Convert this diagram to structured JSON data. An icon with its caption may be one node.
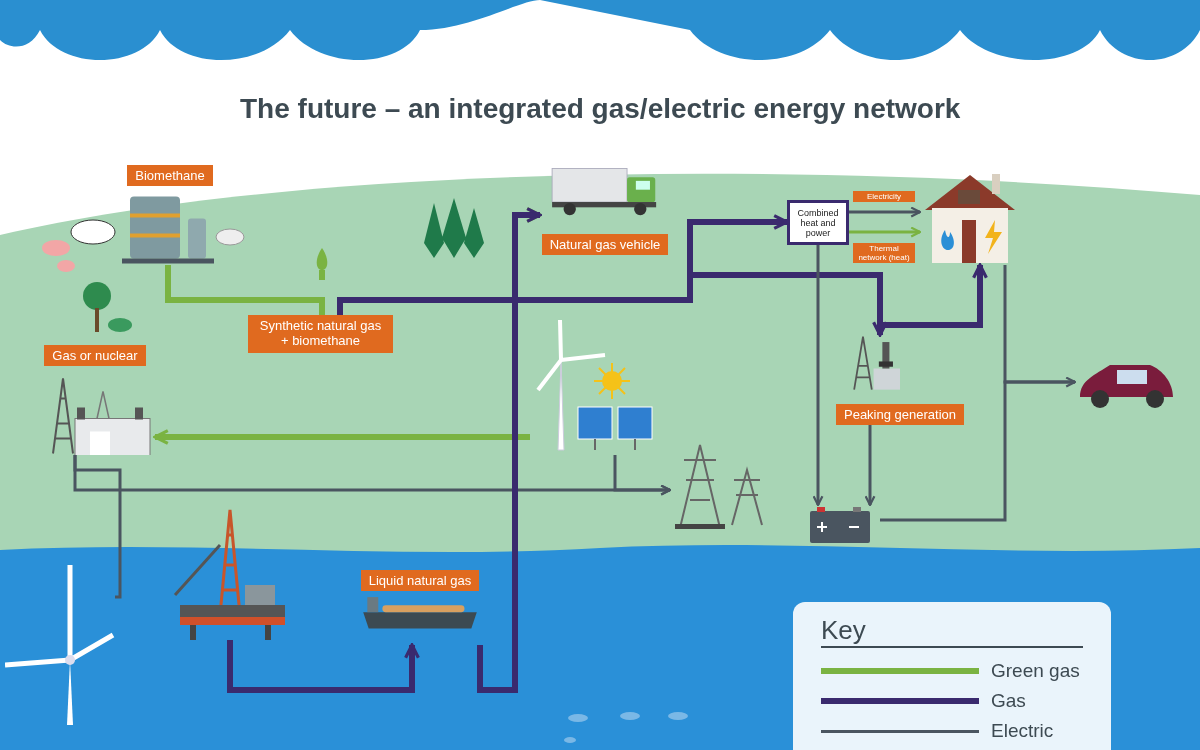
{
  "diagram": {
    "title": "The future – an integrated gas/electric energy network",
    "nodes": [
      {
        "text": [
          "Biomethane"
        ]
      },
      {
        "text": [
          "Synthetic natural gas + biomethane"
        ]
      },
      {
        "text": [
          "Natural gas vehicle"
        ]
      },
      {
        "text": [
          "Combined heat and power"
        ]
      },
      {
        "text": [],
        "shape": "picture"
      },
      {
        "text": [],
        "shape": "picture"
      },
      {
        "text": [
          "Gas or nuclear"
        ]
      },
      {
        "text": [],
        "shape": "picture"
      },
      {
        "text": [
          "Peaking generation"
        ]
      },
      {
        "text": [],
        "shape": "picture"
      },
      {
        "text": [],
        "shape": "picture"
      },
      {
        "text": [
          "Liquid natural gas"
        ]
      },
      {
        "text": [],
        "shape": "picture"
      },
      {
        "text": [],
        "shape": "picture"
      }
    ],
    "edges": [
      {
        "from": 0,
        "to": 1,
        "arrow": "none",
        "style": "thick",
        "color": "#7ab342"
      },
      {
        "from": 1,
        "to": 2,
        "arrow": "to",
        "style": "thick",
        "color": "#7ab342"
      },
      {
        "from": 1,
        "to": 3,
        "arrow": "to",
        "style": "thick",
        "color": "#3a2a6e"
      },
      {
        "from": 3,
        "to": 4,
        "arrow": "to",
        "label": "Electricity"
      },
      {
        "from": 3,
        "to": 4,
        "arrow": "to",
        "label": "Thermal network (heat)",
        "color": "#7ab342"
      },
      {
        "from": 1,
        "to": 8,
        "arrow": "to",
        "style": "thick",
        "color": "#3a2a6e"
      },
      {
        "from": 1,
        "to": 4,
        "arrow": "to",
        "style": "thick",
        "color": "#3a2a6e"
      },
      {
        "from": 7,
        "to": 6,
        "arrow": "to",
        "style": "thick",
        "color": "#7ab342"
      },
      {
        "from": 6,
        "to": 9,
        "arrow": "to"
      },
      {
        "from": 7,
        "to": 9,
        "arrow": "to"
      },
      {
        "from": 3,
        "to": 5,
        "arrow": "to"
      },
      {
        "from": 8,
        "to": 5,
        "arrow": "to"
      },
      {
        "from": 5,
        "to": 10,
        "arrow": "to"
      },
      {
        "from": 4,
        "to": 10,
        "arrow": "none"
      },
      {
        "from": 12,
        "to": 11,
        "arrow": "to",
        "style": "thick",
        "color": "#3a2a6e"
      },
      {
        "from": 11,
        "to": 2,
        "arrow": "to",
        "style": "thick",
        "color": "#3a2a6e"
      },
      {
        "from": 13,
        "to": 6,
        "arrow": "none"
      }
    ],
    "labels": [
      "Key"
    ],
    "legend": [
      {
        "text": "Green gas",
        "color": "#7ab342"
      },
      {
        "text": "Gas",
        "color": "#3a2a6e"
      },
      {
        "text": "Electric",
        "color": "#4a5560"
      }
    ]
  }
}
